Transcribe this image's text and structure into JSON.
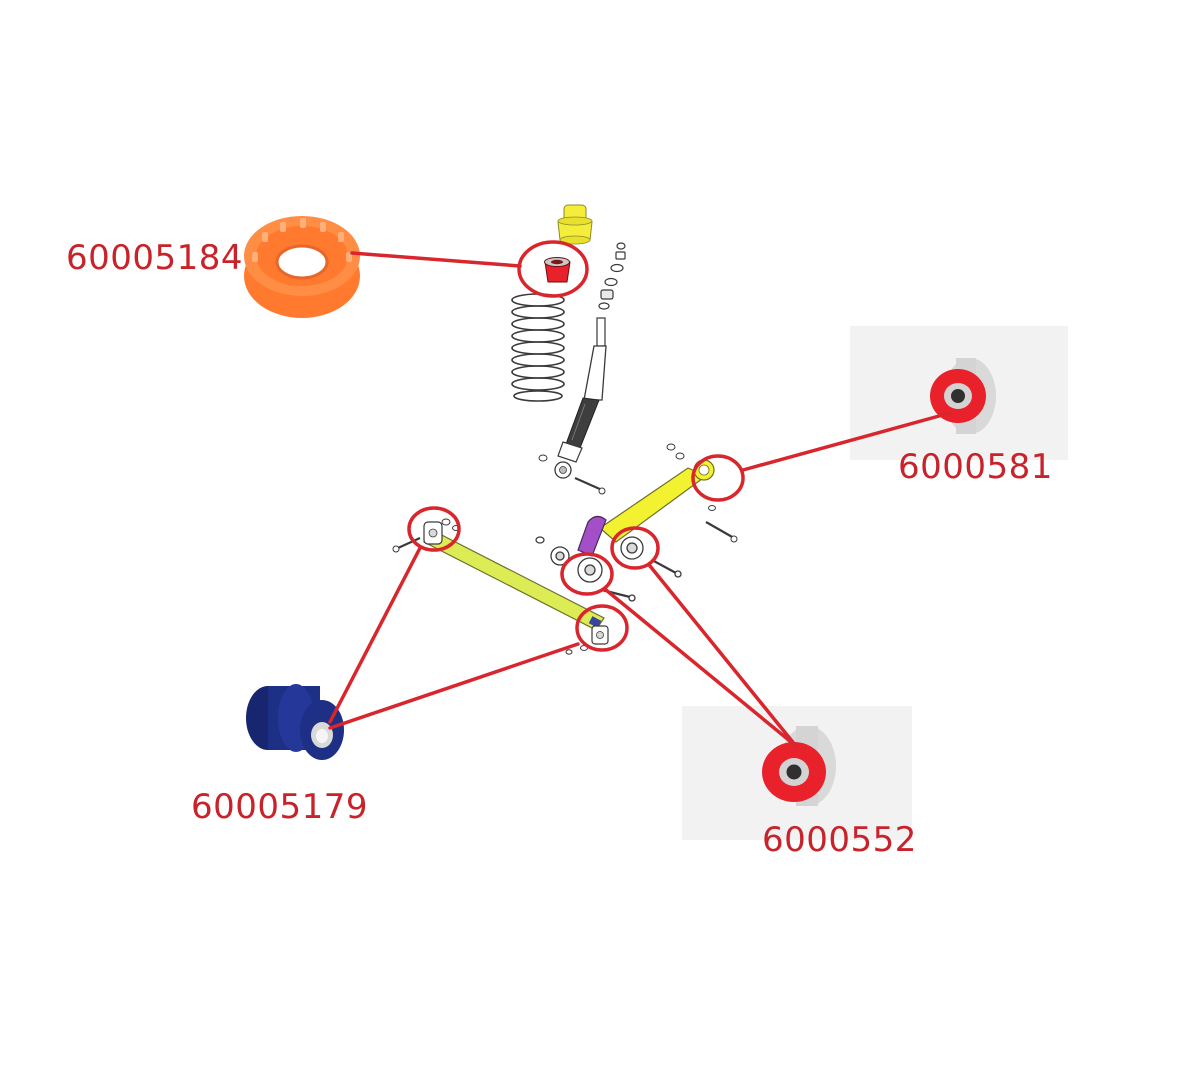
{
  "colors": {
    "callout": "#d9262c",
    "label": "#c8232a",
    "diagram_line": "#3a3a3a",
    "arm_yellow": "#f2f230",
    "arm_lime": "#dcec55",
    "link_purple": "#a24fc8",
    "bump_stop_yellow": "#f4ee3a",
    "bushing_orange": "#ff7a2e",
    "bushing_red": "#e8212b",
    "bushing_blue": "#1e2f86",
    "metal_sleeve": "#cfcfcf",
    "product_backdrop": "#f2f2f2"
  },
  "parts": [
    {
      "id": "spring_pad",
      "label": "60005184",
      "icon": "orange-spring-seat-icon"
    },
    {
      "id": "upper_arm_bushing",
      "label": "6000581",
      "icon": "red-bushing-icon"
    },
    {
      "id": "lateral_link_bushing",
      "label": "60005179",
      "icon": "blue-bushing-icon"
    },
    {
      "id": "lower_arm_bushing",
      "label": "6000552",
      "icon": "red-bushing-icon"
    }
  ]
}
